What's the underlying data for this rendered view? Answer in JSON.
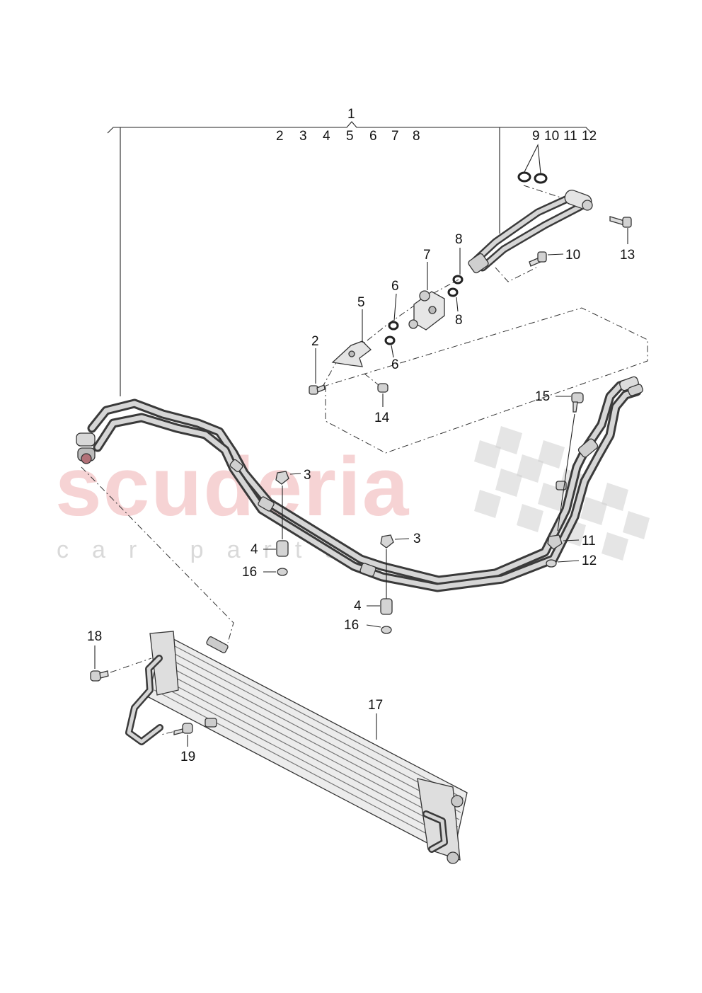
{
  "watermark": {
    "brand": "scuderia",
    "tagline": "car parts",
    "accent_color": "#f3c4c6",
    "checker_color": "#cfcfcf"
  },
  "bracket_labels": {
    "top": "1",
    "left_group": [
      "2",
      "3",
      "4",
      "5",
      "6",
      "7",
      "8"
    ],
    "right_group": [
      "9",
      "10",
      "11",
      "12"
    ]
  },
  "callouts": [
    {
      "id": "c8a",
      "text": "8"
    },
    {
      "id": "c7",
      "text": "7"
    },
    {
      "id": "c6a",
      "text": "6"
    },
    {
      "id": "c5",
      "text": "5"
    },
    {
      "id": "c10",
      "text": "10"
    },
    {
      "id": "c13",
      "text": "13"
    },
    {
      "id": "c8b",
      "text": "8"
    },
    {
      "id": "c6b",
      "text": "6"
    },
    {
      "id": "c2",
      "text": "2"
    },
    {
      "id": "c14",
      "text": "14"
    },
    {
      "id": "c15",
      "text": "15"
    },
    {
      "id": "c3a",
      "text": "3"
    },
    {
      "id": "c4a",
      "text": "4"
    },
    {
      "id": "c16a",
      "text": "16"
    },
    {
      "id": "c3b",
      "text": "3"
    },
    {
      "id": "c11",
      "text": "11"
    },
    {
      "id": "c12",
      "text": "12"
    },
    {
      "id": "c4b",
      "text": "4"
    },
    {
      "id": "c16b",
      "text": "16"
    },
    {
      "id": "c18",
      "text": "18"
    },
    {
      "id": "c17",
      "text": "17"
    },
    {
      "id": "c19",
      "text": "19"
    }
  ]
}
